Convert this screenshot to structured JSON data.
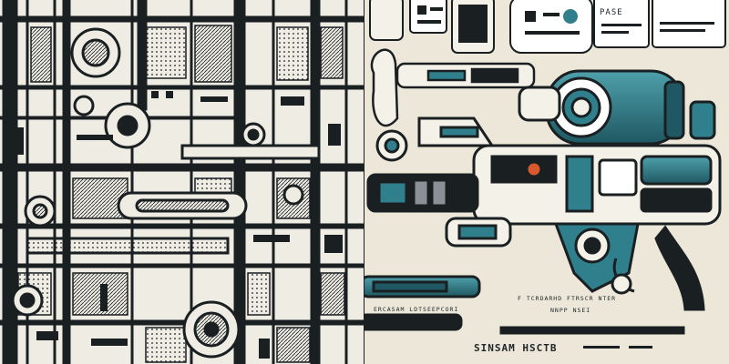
{
  "image": {
    "width": 800,
    "height": 400,
    "panels": [
      {
        "name": "left-panel",
        "style": "monochrome ink technical machinery pattern"
      },
      {
        "name": "right-panel",
        "style": "teal-accented sci-fi blaster cutaway on cream paper"
      }
    ]
  },
  "colors": {
    "ink": "#1a1f22",
    "paper_left": "#efece4",
    "paper_right": "#ece7d9",
    "teal": "#2f7f8c",
    "teal_dark": "#1f5862",
    "grey": "#8a9196"
  },
  "labels": {
    "top_right_code": "PASE",
    "bottom_caption": "SINSAM  HSCTB",
    "bottom_small_1": "F  TCRDARHD  FTRSCR  NTER",
    "bottom_small_2": "NNPP  NSEI",
    "bottom_small_3": "ERCASAM  LDTSEEPCORI"
  }
}
